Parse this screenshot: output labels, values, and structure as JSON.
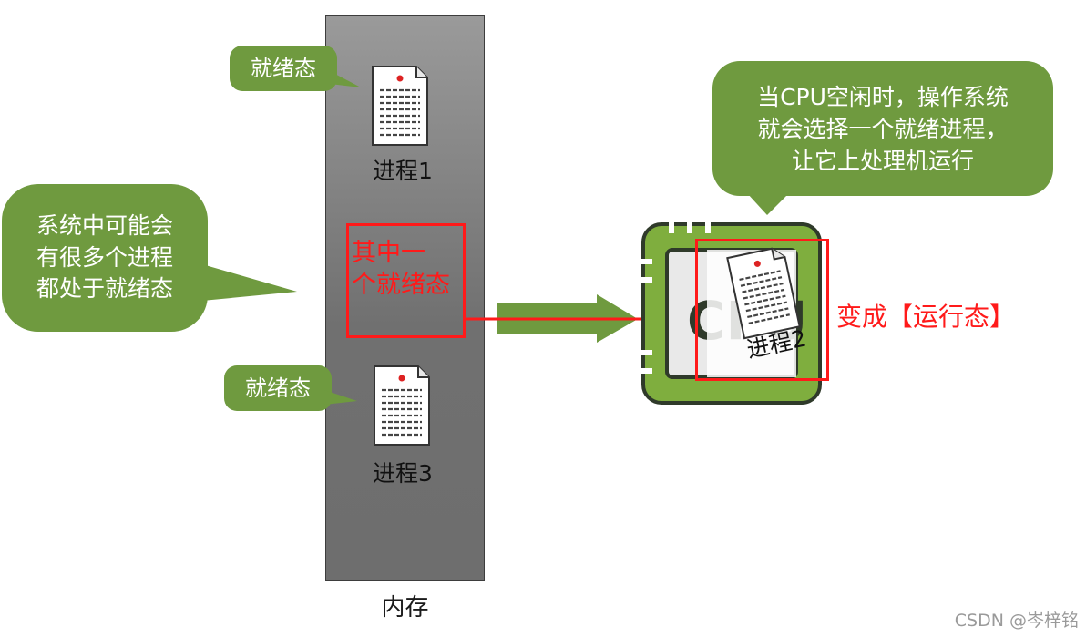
{
  "memory": {
    "label": "内存"
  },
  "processes": [
    {
      "label": "进程1"
    },
    {
      "label": "进程2"
    },
    {
      "label": "进程3"
    }
  ],
  "callouts": {
    "ready_1": "就绪态",
    "ready_3": "就绪态",
    "left_note": "系统中可能会\n有很多个进程\n都处于就绪态",
    "top_note": "当CPU空闲时，操作系统\n就会选择一个就绪进程，\n让它上处理机运行"
  },
  "highlight": {
    "selected_text": "其中一\n个就绪态",
    "state_change": "变成【运行态】"
  },
  "cpu": {
    "label": "CPU"
  },
  "watermark": "CSDN @岑梓铭",
  "colors": {
    "callout_green": "#6f9a3f",
    "highlight_red": "#ff1a1a",
    "memory_gray": "#7a7a7a",
    "cpu_green": "#7fae3e"
  }
}
